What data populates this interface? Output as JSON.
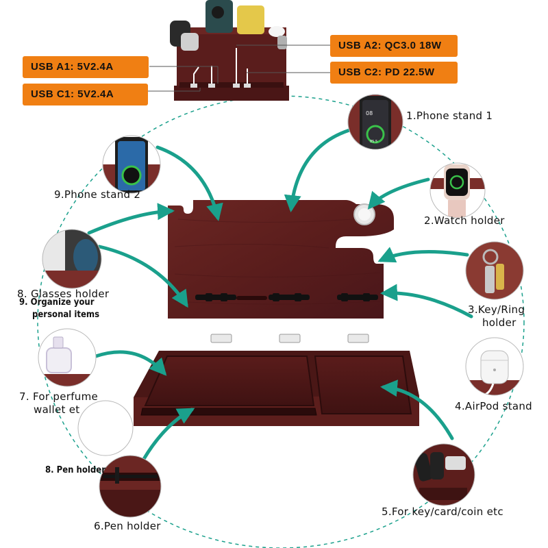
{
  "usb_labels": {
    "a1": "USB A1: 5V2.4A",
    "c1": "USB C1: 5V2.4A",
    "a2": "USB A2: QC3.0 18W",
    "c2": "USB C2: PD 22.5W"
  },
  "features": {
    "phone_stand_1": "1.Phone stand 1",
    "watch_holder": "2.Watch holder",
    "key_ring_holder_line1": "3.Key/Ring",
    "key_ring_holder_line2": "holder",
    "airpod_stand": "4.AirPod stand",
    "key_card_coin": "5.For key/card/coin etc",
    "pen_holder_6": "6.Pen holder",
    "perfume_line1": "7. For perfume",
    "perfume_line2": "wallet et",
    "glasses_holder": "8. Glasses holder",
    "pen_holder_8": "8. Pen holder",
    "organize_line1": "9. Organize your",
    "organize_line2": "personal items",
    "phone_stand_2": "9.Phone stand 2"
  },
  "phone_screen": {
    "time": "08",
    "battery": "85.5"
  },
  "colors": {
    "orange": "#f07f13",
    "teal": "#1aa08c",
    "wood": "#5a1d1c",
    "wood_light": "#7a2e2a",
    "wood_dark": "#3e1312"
  }
}
